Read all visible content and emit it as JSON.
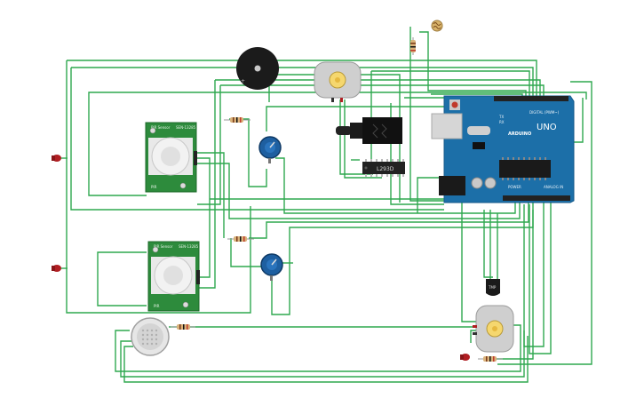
{
  "components": {
    "pir1": {
      "title": "PIR Sensor",
      "model": "SEN-13285",
      "label": "PIR"
    },
    "pir2": {
      "title": "PIR Sensor",
      "model": "SEN-13285",
      "label": "PIR"
    },
    "arduino": {
      "brand": "ARDUINO",
      "model": "UNO",
      "digital_label": "DIGITAL (PWM~)",
      "power_label": "POWER",
      "analog_label": "ANALOG IN",
      "tx_label": "TX",
      "rx_label": "RX"
    },
    "ic": {
      "label": "L293D"
    },
    "temp_sensor": {
      "label": "TMP"
    }
  },
  "colors": {
    "wire": "#2fa84f",
    "board": "#1c6fa8",
    "pcb_green": "#2d8b3c",
    "led_red": "#b01e22",
    "pot_blue": "#1e5fa0",
    "motor_gray": "#cfcfcf"
  }
}
